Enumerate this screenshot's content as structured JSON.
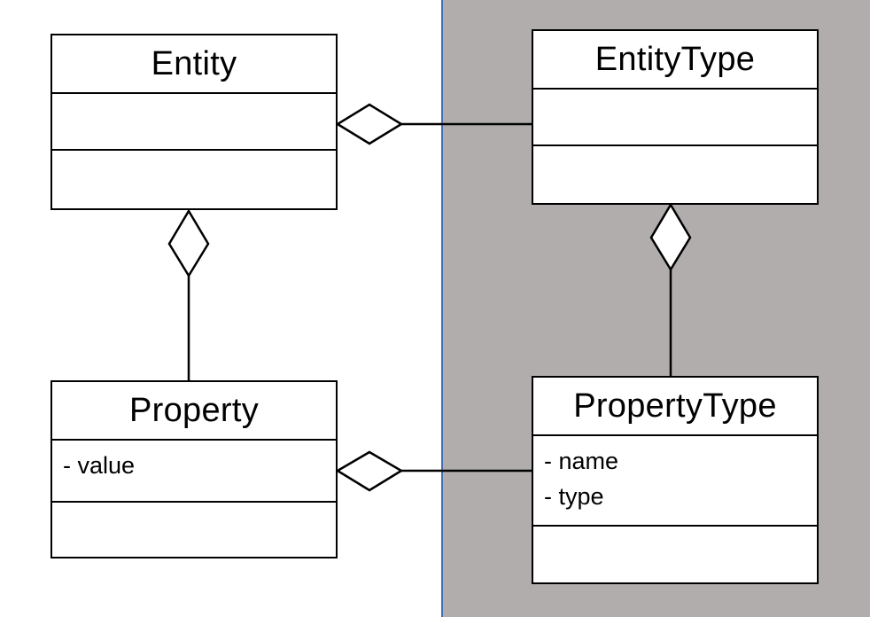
{
  "diagram": {
    "classes": {
      "entity": {
        "name": "Entity",
        "attributes": []
      },
      "entity_type": {
        "name": "EntityType",
        "attributes": []
      },
      "property": {
        "name": "Property",
        "attributes": [
          "- value"
        ]
      },
      "property_type": {
        "name": "PropertyType",
        "attributes": [
          "- name",
          "- type"
        ]
      }
    },
    "relations": [
      {
        "kind": "aggregation",
        "whole": "Entity",
        "part": "EntityType"
      },
      {
        "kind": "aggregation",
        "whole": "Entity",
        "part": "Property"
      },
      {
        "kind": "aggregation",
        "whole": "EntityType",
        "part": "PropertyType"
      },
      {
        "kind": "aggregation",
        "whole": "Property",
        "part": "PropertyType"
      }
    ]
  },
  "colors": {
    "meta_region": "#b0adac",
    "divider": "#4a6fb0",
    "class_fill": "#ffffff",
    "line": "#000000"
  }
}
